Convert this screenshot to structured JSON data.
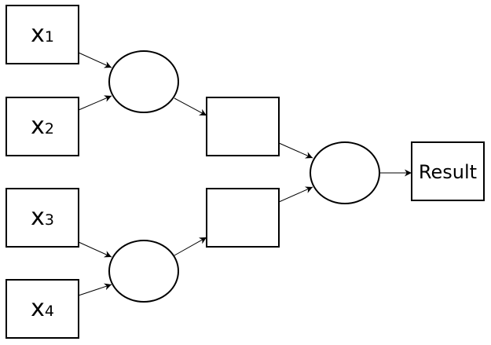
{
  "inputs": [
    {
      "var": "x",
      "sub": "1"
    },
    {
      "var": "x",
      "sub": "2"
    },
    {
      "var": "x",
      "sub": "3"
    },
    {
      "var": "x",
      "sub": "4"
    }
  ],
  "result_label": "Result"
}
